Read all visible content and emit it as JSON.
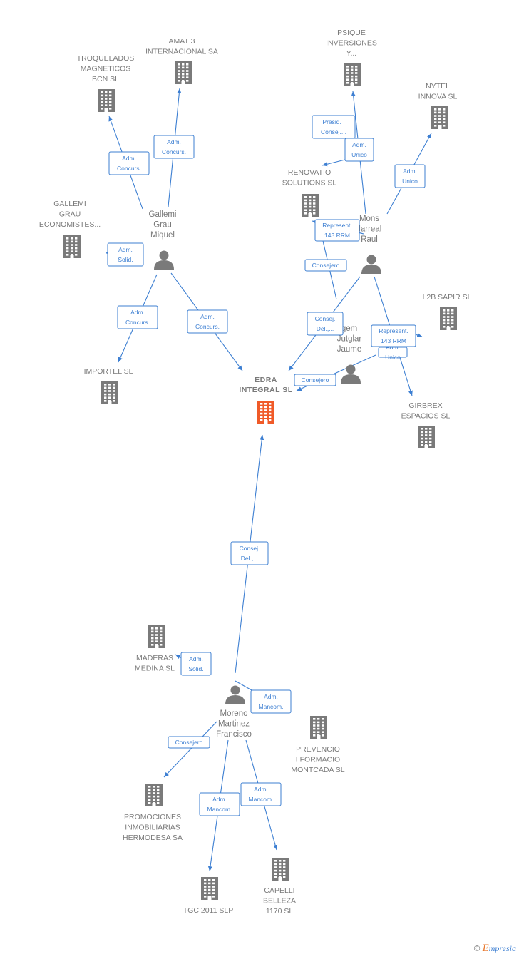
{
  "colors": {
    "edge": "#3d7fd2",
    "company": "#7a7a7a",
    "main_company": "#f05a28",
    "person": "#7a7a7a"
  },
  "companies": [
    {
      "id": "edra",
      "main": true,
      "lines": [
        "EDRA",
        "INTEGRAL SL"
      ]
    },
    {
      "id": "troquelados",
      "lines": [
        "TROQUELADOS",
        "MAGNETICOS",
        "BCN SL"
      ]
    },
    {
      "id": "amat",
      "lines": [
        "AMAT 3",
        "INTERNACIONAL SA"
      ]
    },
    {
      "id": "gallemi_grau",
      "lines": [
        "GALLEMI",
        "GRAU",
        "ECONOMISTES..."
      ]
    },
    {
      "id": "importel",
      "lines": [
        "IMPORTEL SL"
      ]
    },
    {
      "id": "psique",
      "lines": [
        "PSIQUE",
        "INVERSIONES",
        "Y..."
      ]
    },
    {
      "id": "nytel",
      "lines": [
        "NYTEL",
        "INNOVA SL"
      ]
    },
    {
      "id": "renovatio",
      "lines": [
        "RENOVATIO",
        "SOLUTIONS SL"
      ]
    },
    {
      "id": "l2b",
      "lines": [
        "L2B SAPIR SL"
      ]
    },
    {
      "id": "girbrex",
      "lines": [
        "GIRBREX",
        "ESPACIOS SL"
      ]
    },
    {
      "id": "maderas",
      "lines": [
        "MADERAS",
        "MEDINA SL"
      ]
    },
    {
      "id": "prevencio",
      "lines": [
        "PREVENCIO",
        "I FORMACIO",
        "MONTCADA SL"
      ]
    },
    {
      "id": "promociones",
      "lines": [
        "PROMOCIONES",
        "INMOBILIARIAS",
        "HERMODESA SA"
      ]
    },
    {
      "id": "tgc",
      "lines": [
        "TGC 2011 SLP"
      ]
    },
    {
      "id": "capelli",
      "lines": [
        "CAPELLI",
        "BELLEZA",
        "1170 SL"
      ]
    }
  ],
  "persons": [
    {
      "id": "gallemi",
      "lines": [
        "Gallemi",
        "Grau",
        "Miquel"
      ]
    },
    {
      "id": "mons",
      "lines": [
        "Mons",
        "llarreal",
        "Raul"
      ]
    },
    {
      "id": "jutglar",
      "lines": [
        "gem",
        "Jutglar",
        "Jaume"
      ]
    },
    {
      "id": "moreno",
      "lines": [
        "Moreno",
        "Martinez",
        "Francisco"
      ]
    }
  ],
  "relations": [
    {
      "id": "r1",
      "lines": [
        "Adm.",
        "Concurs."
      ]
    },
    {
      "id": "r2",
      "lines": [
        "Adm.",
        "Concurs."
      ]
    },
    {
      "id": "r3",
      "lines": [
        "Adm.",
        "Solid."
      ]
    },
    {
      "id": "r4",
      "lines": [
        "Adm.",
        "Concurs."
      ]
    },
    {
      "id": "r5",
      "lines": [
        "Adm.",
        "Concurs."
      ]
    },
    {
      "id": "r6",
      "lines": [
        "Presid. ,",
        "Consej...."
      ]
    },
    {
      "id": "r7",
      "lines": [
        "Adm.",
        "Unico"
      ]
    },
    {
      "id": "r8",
      "lines": [
        "Adm.",
        "Unico"
      ]
    },
    {
      "id": "r9",
      "lines": [
        "Represent.",
        "143 RRM"
      ]
    },
    {
      "id": "r10",
      "lines": [
        "Consejero"
      ]
    },
    {
      "id": "r11",
      "lines": [
        "Consej.",
        "Del.,..."
      ]
    },
    {
      "id": "r12",
      "lines": [
        "Adm.",
        "Unico"
      ]
    },
    {
      "id": "r13",
      "lines": [
        "Represent.",
        "143 RRM"
      ]
    },
    {
      "id": "r14",
      "lines": [
        "Consejero"
      ]
    },
    {
      "id": "r15",
      "lines": [
        "Consej.",
        "Del.,..."
      ]
    },
    {
      "id": "r16",
      "lines": [
        "Adm.",
        "Solid."
      ]
    },
    {
      "id": "r17",
      "lines": [
        "Adm.",
        "Mancom."
      ]
    },
    {
      "id": "r18",
      "lines": [
        "Consejero"
      ]
    },
    {
      "id": "r19",
      "lines": [
        "Adm.",
        "Mancom."
      ]
    },
    {
      "id": "r20",
      "lines": [
        "Adm.",
        "Mancom."
      ]
    }
  ],
  "brand": {
    "copyright": "©",
    "e": "E",
    "rest": "mpresia"
  }
}
